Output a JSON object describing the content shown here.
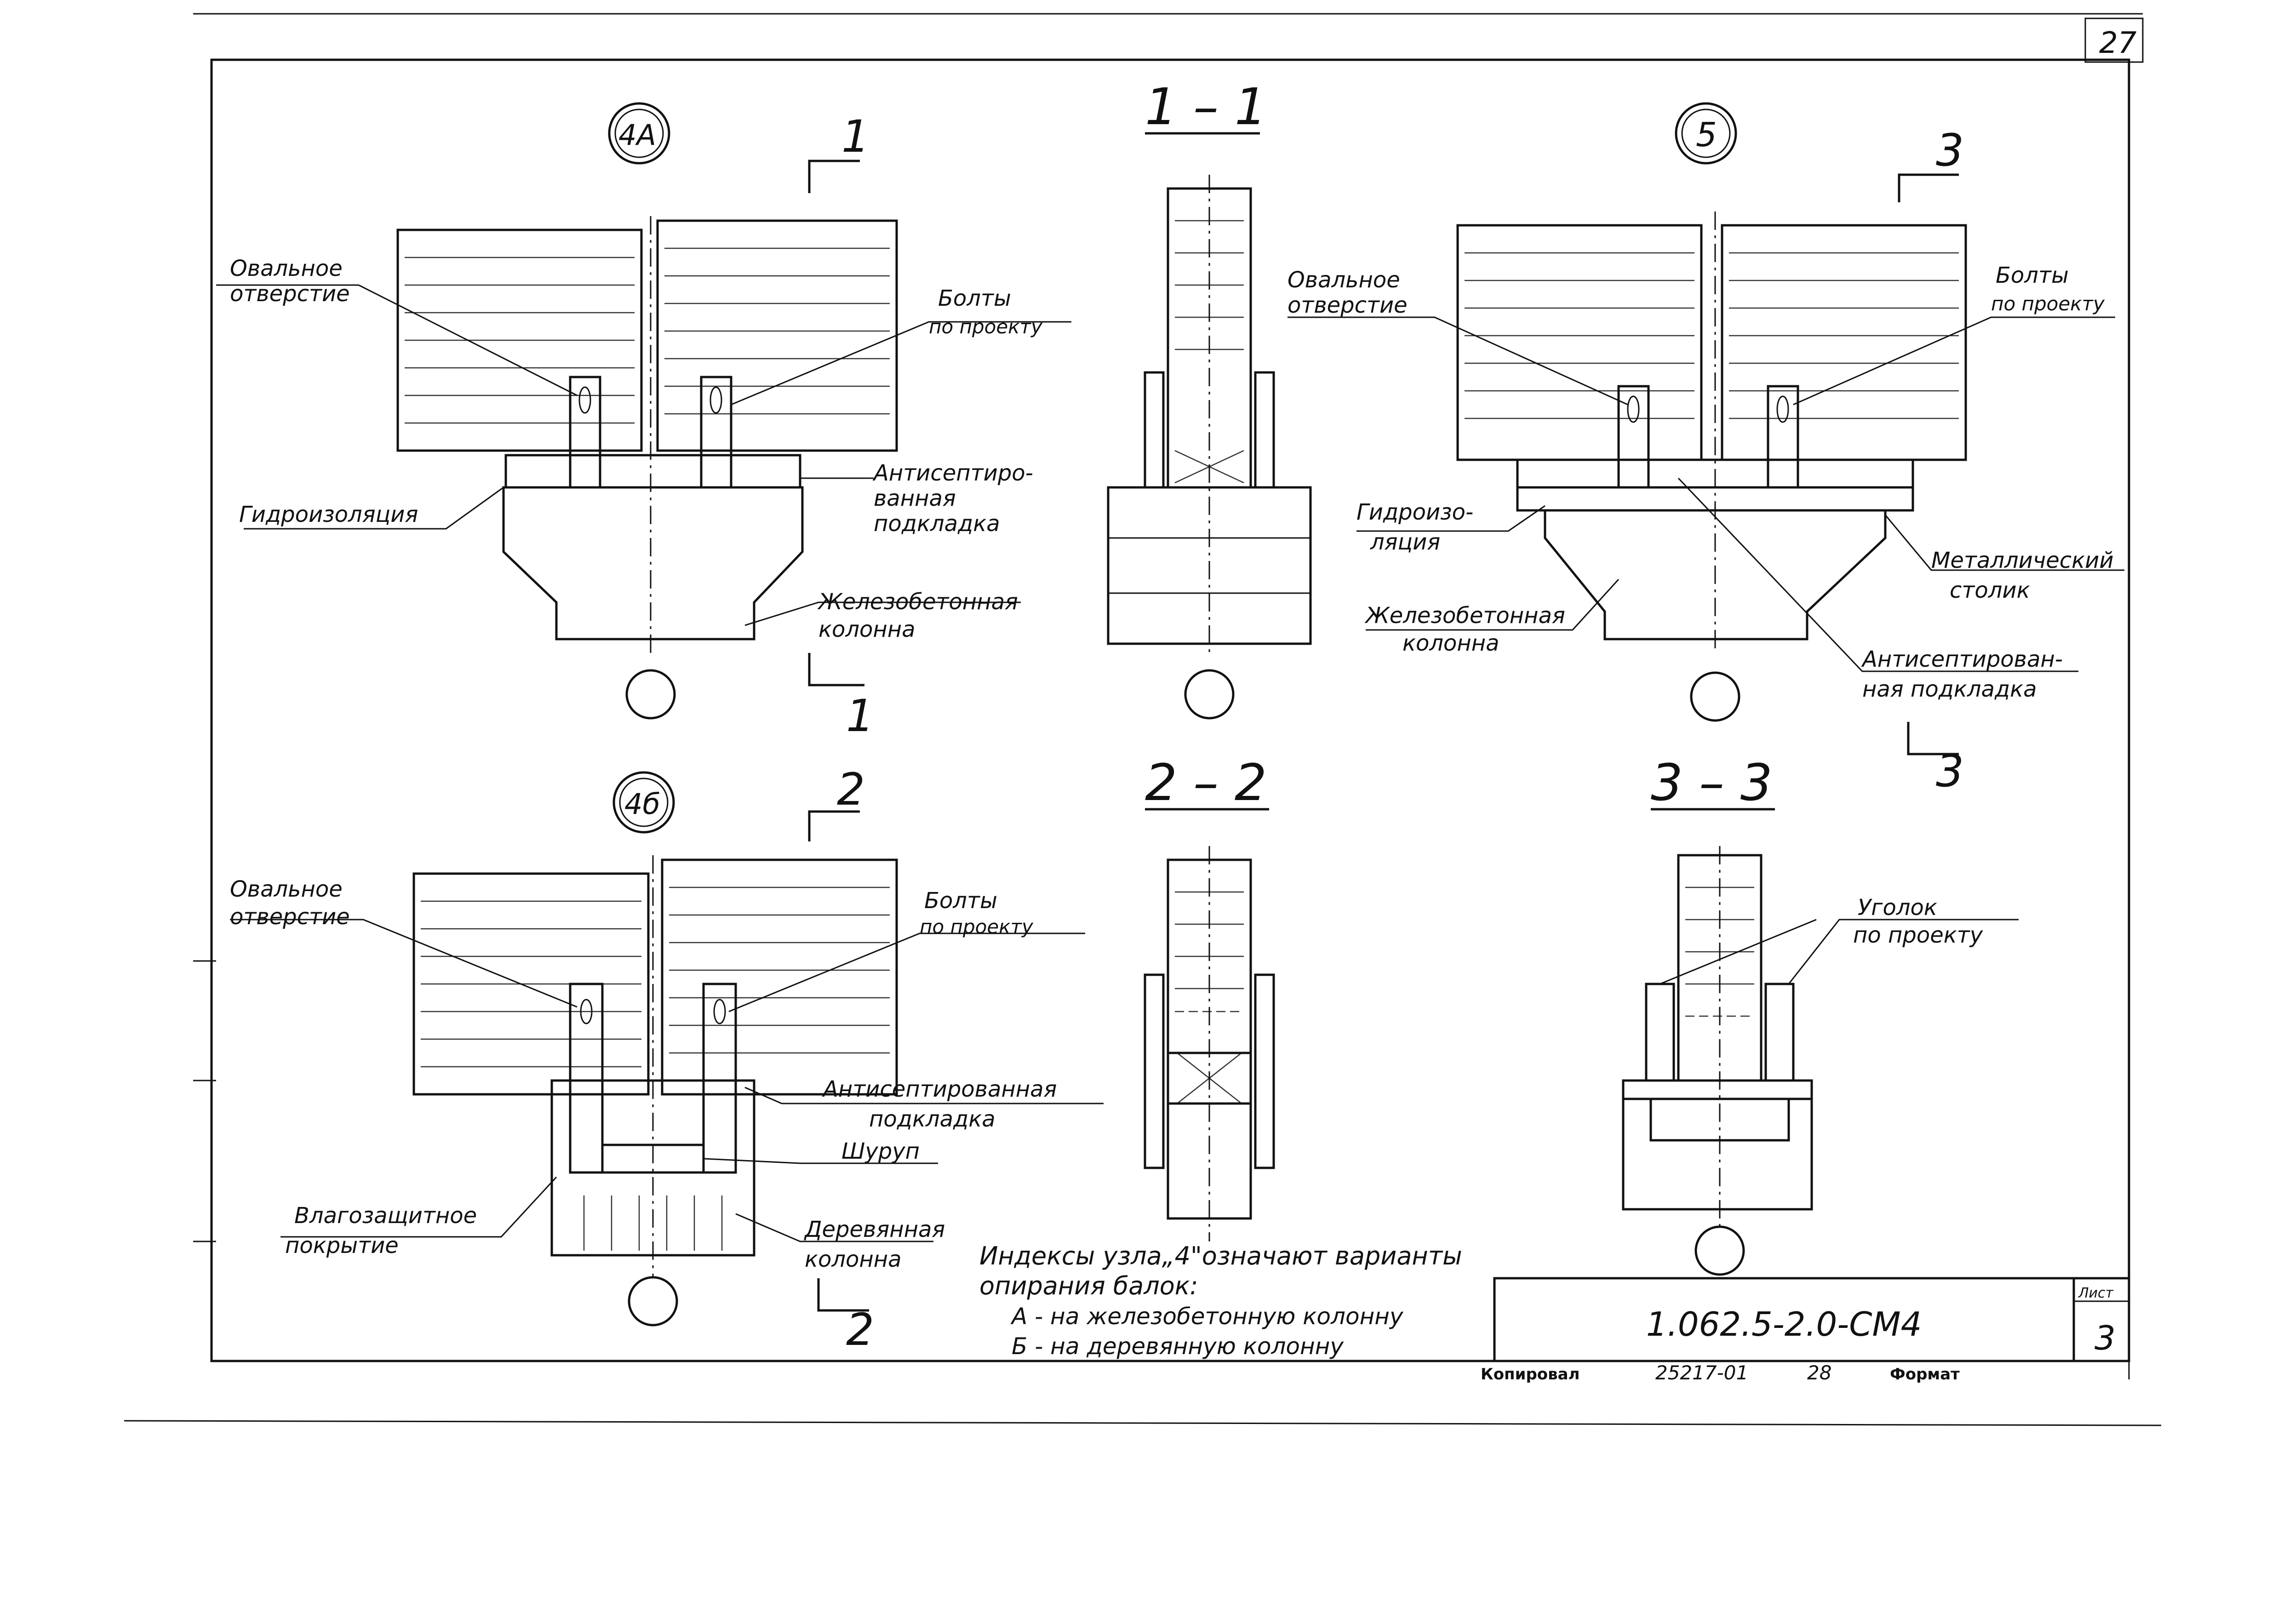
{
  "sheet": {
    "page_number": "27",
    "doc_code": "1.062.5-2.0-СМ4",
    "list_label": "Лист",
    "list_number": "3",
    "footer": {
      "copied": "Копировал",
      "order": "25217-01",
      "number": "28",
      "format": "Формат"
    }
  },
  "nodes": {
    "n4a": {
      "marker": "4А",
      "cut_top": "1",
      "cut_bottom": "1"
    },
    "n5": {
      "marker": "5",
      "cut_top": "3",
      "cut_bottom": "3"
    },
    "n4b": {
      "marker": "4б",
      "cut_top": "2",
      "cut_bottom": "2"
    }
  },
  "sections": {
    "s11": "1 – 1",
    "s22": "2 – 2",
    "s33": "3 – 3"
  },
  "labels": {
    "a_oval": [
      "Овальное",
      "отверстие"
    ],
    "a_bolts": [
      "Болты",
      "по проекту"
    ],
    "a_pad": [
      "Антисептиро-",
      "ванная",
      "подкладка"
    ],
    "a_hydro": "Гидроизоляция",
    "a_column": [
      "Железобетонная",
      "колонна"
    ],
    "c_oval": [
      "Овальное",
      "отверстие"
    ],
    "c_bolts": [
      "Болты",
      "по проекту"
    ],
    "c_hydro": [
      "Гидроизо-",
      "ляция"
    ],
    "c_column": [
      "Железобетонная",
      "колонна"
    ],
    "c_table": [
      "Металлический",
      "столик"
    ],
    "c_pad": [
      "Антисептирован-",
      "ная подкладка"
    ],
    "b_oval": [
      "Овальное",
      "отверстие"
    ],
    "b_bolts": [
      "Болты",
      "по проекту"
    ],
    "b_pad": [
      "Антисептированная",
      "подкладка"
    ],
    "b_screw": "Шуруп",
    "b_coat": [
      "Влагозащитное",
      "покрытие"
    ],
    "b_column": [
      "Деревянная",
      "колонна"
    ],
    "angle": [
      "Уголок",
      "по проекту"
    ]
  },
  "note": [
    "Индексы узла„4\"означают варианты",
    "опирания балок:",
    "А - на железобетонную колонну",
    "Б - на деревянную колонну"
  ]
}
